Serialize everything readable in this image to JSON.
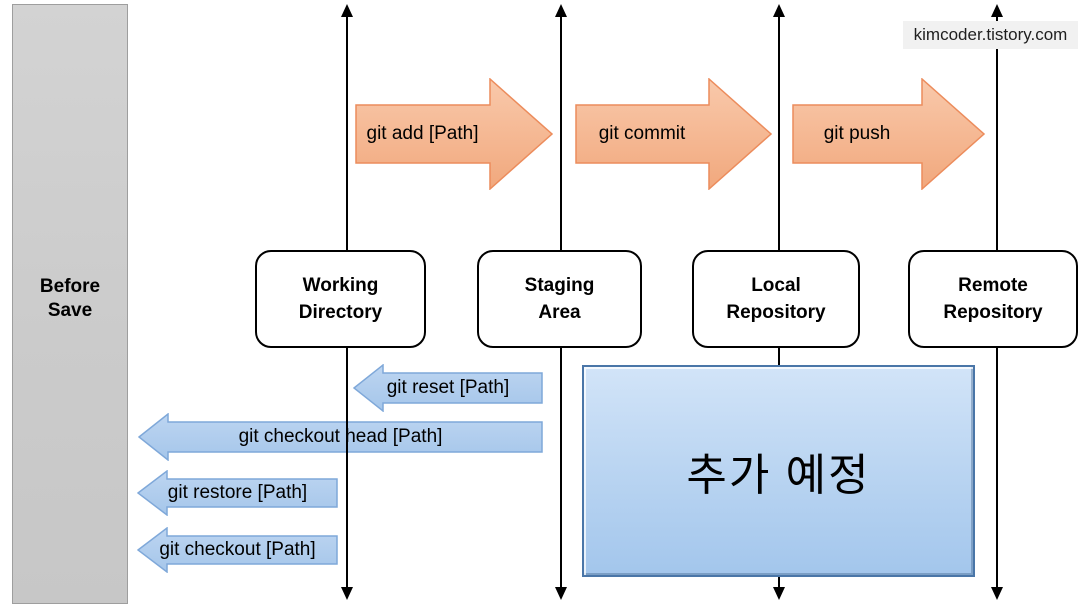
{
  "watermark": {
    "text": "kimcoder.tistory.com"
  },
  "left_panel": {
    "label": "Before\nSave"
  },
  "stages": [
    {
      "label": "Working\nDirectory"
    },
    {
      "label": "Staging\nArea"
    },
    {
      "label": "Local\nRepository"
    },
    {
      "label": "Remote\nRepository"
    }
  ],
  "forward_commands": [
    {
      "label": "git add [Path]"
    },
    {
      "label": "git commit"
    },
    {
      "label": "git push"
    }
  ],
  "undo_commands": [
    {
      "label": "git reset [Path]"
    },
    {
      "label": "git checkout head [Path]"
    },
    {
      "label": "git restore [Path]"
    },
    {
      "label": "git checkout [Path]"
    }
  ],
  "placeholder": {
    "label": "추가 예정"
  },
  "colors": {
    "forward_arrow_fill_top": "#F9C9AB",
    "forward_arrow_fill_bottom": "#F1A87D",
    "forward_arrow_border": "#EC8C5C",
    "undo_arrow_fill_top": "#BDD5F1",
    "undo_arrow_fill_bottom": "#A5C6EA",
    "undo_arrow_border": "#7FA8D9",
    "placeholder_border": "#4A76A8",
    "panel_fill": "#CBCBCB",
    "axis_color": "#000000"
  }
}
